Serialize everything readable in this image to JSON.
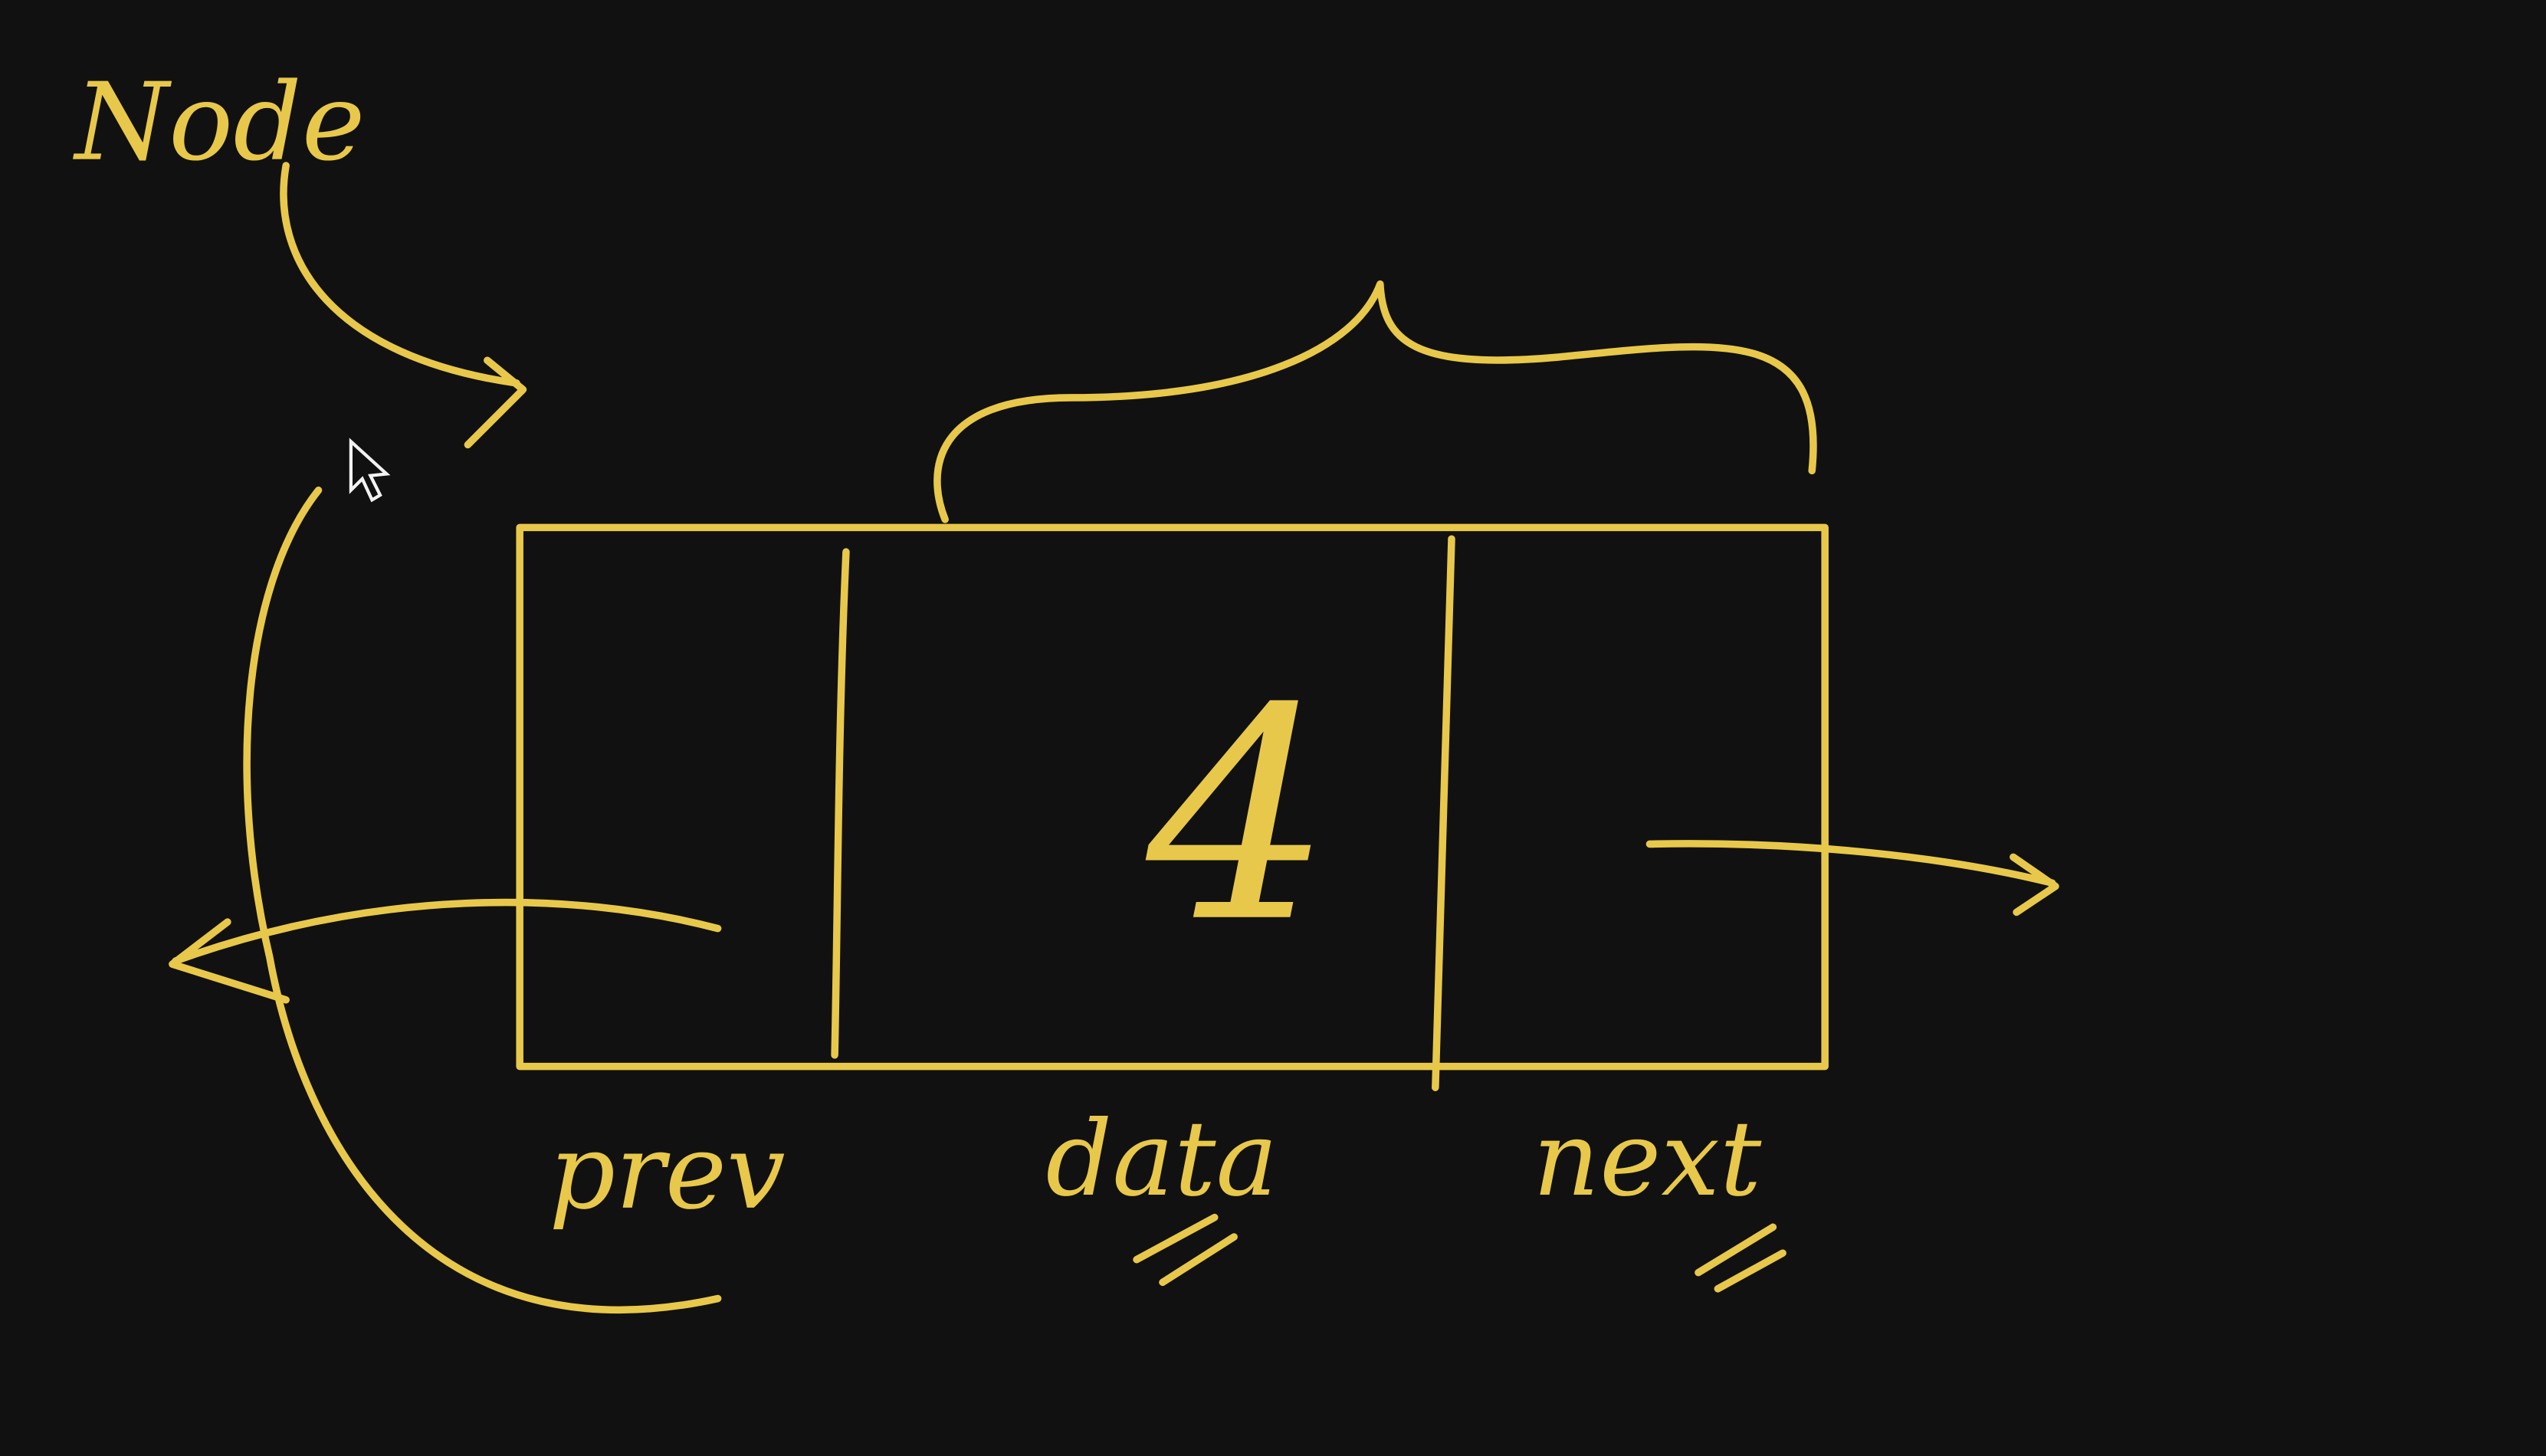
{
  "diagram": {
    "title": "Node",
    "data_value": "4",
    "fields": {
      "prev": "prev",
      "data": "data",
      "next": "next"
    },
    "ink_color": "#e8c84a",
    "background": "#111112",
    "cursor_icon": "mouse-pointer-icon"
  }
}
